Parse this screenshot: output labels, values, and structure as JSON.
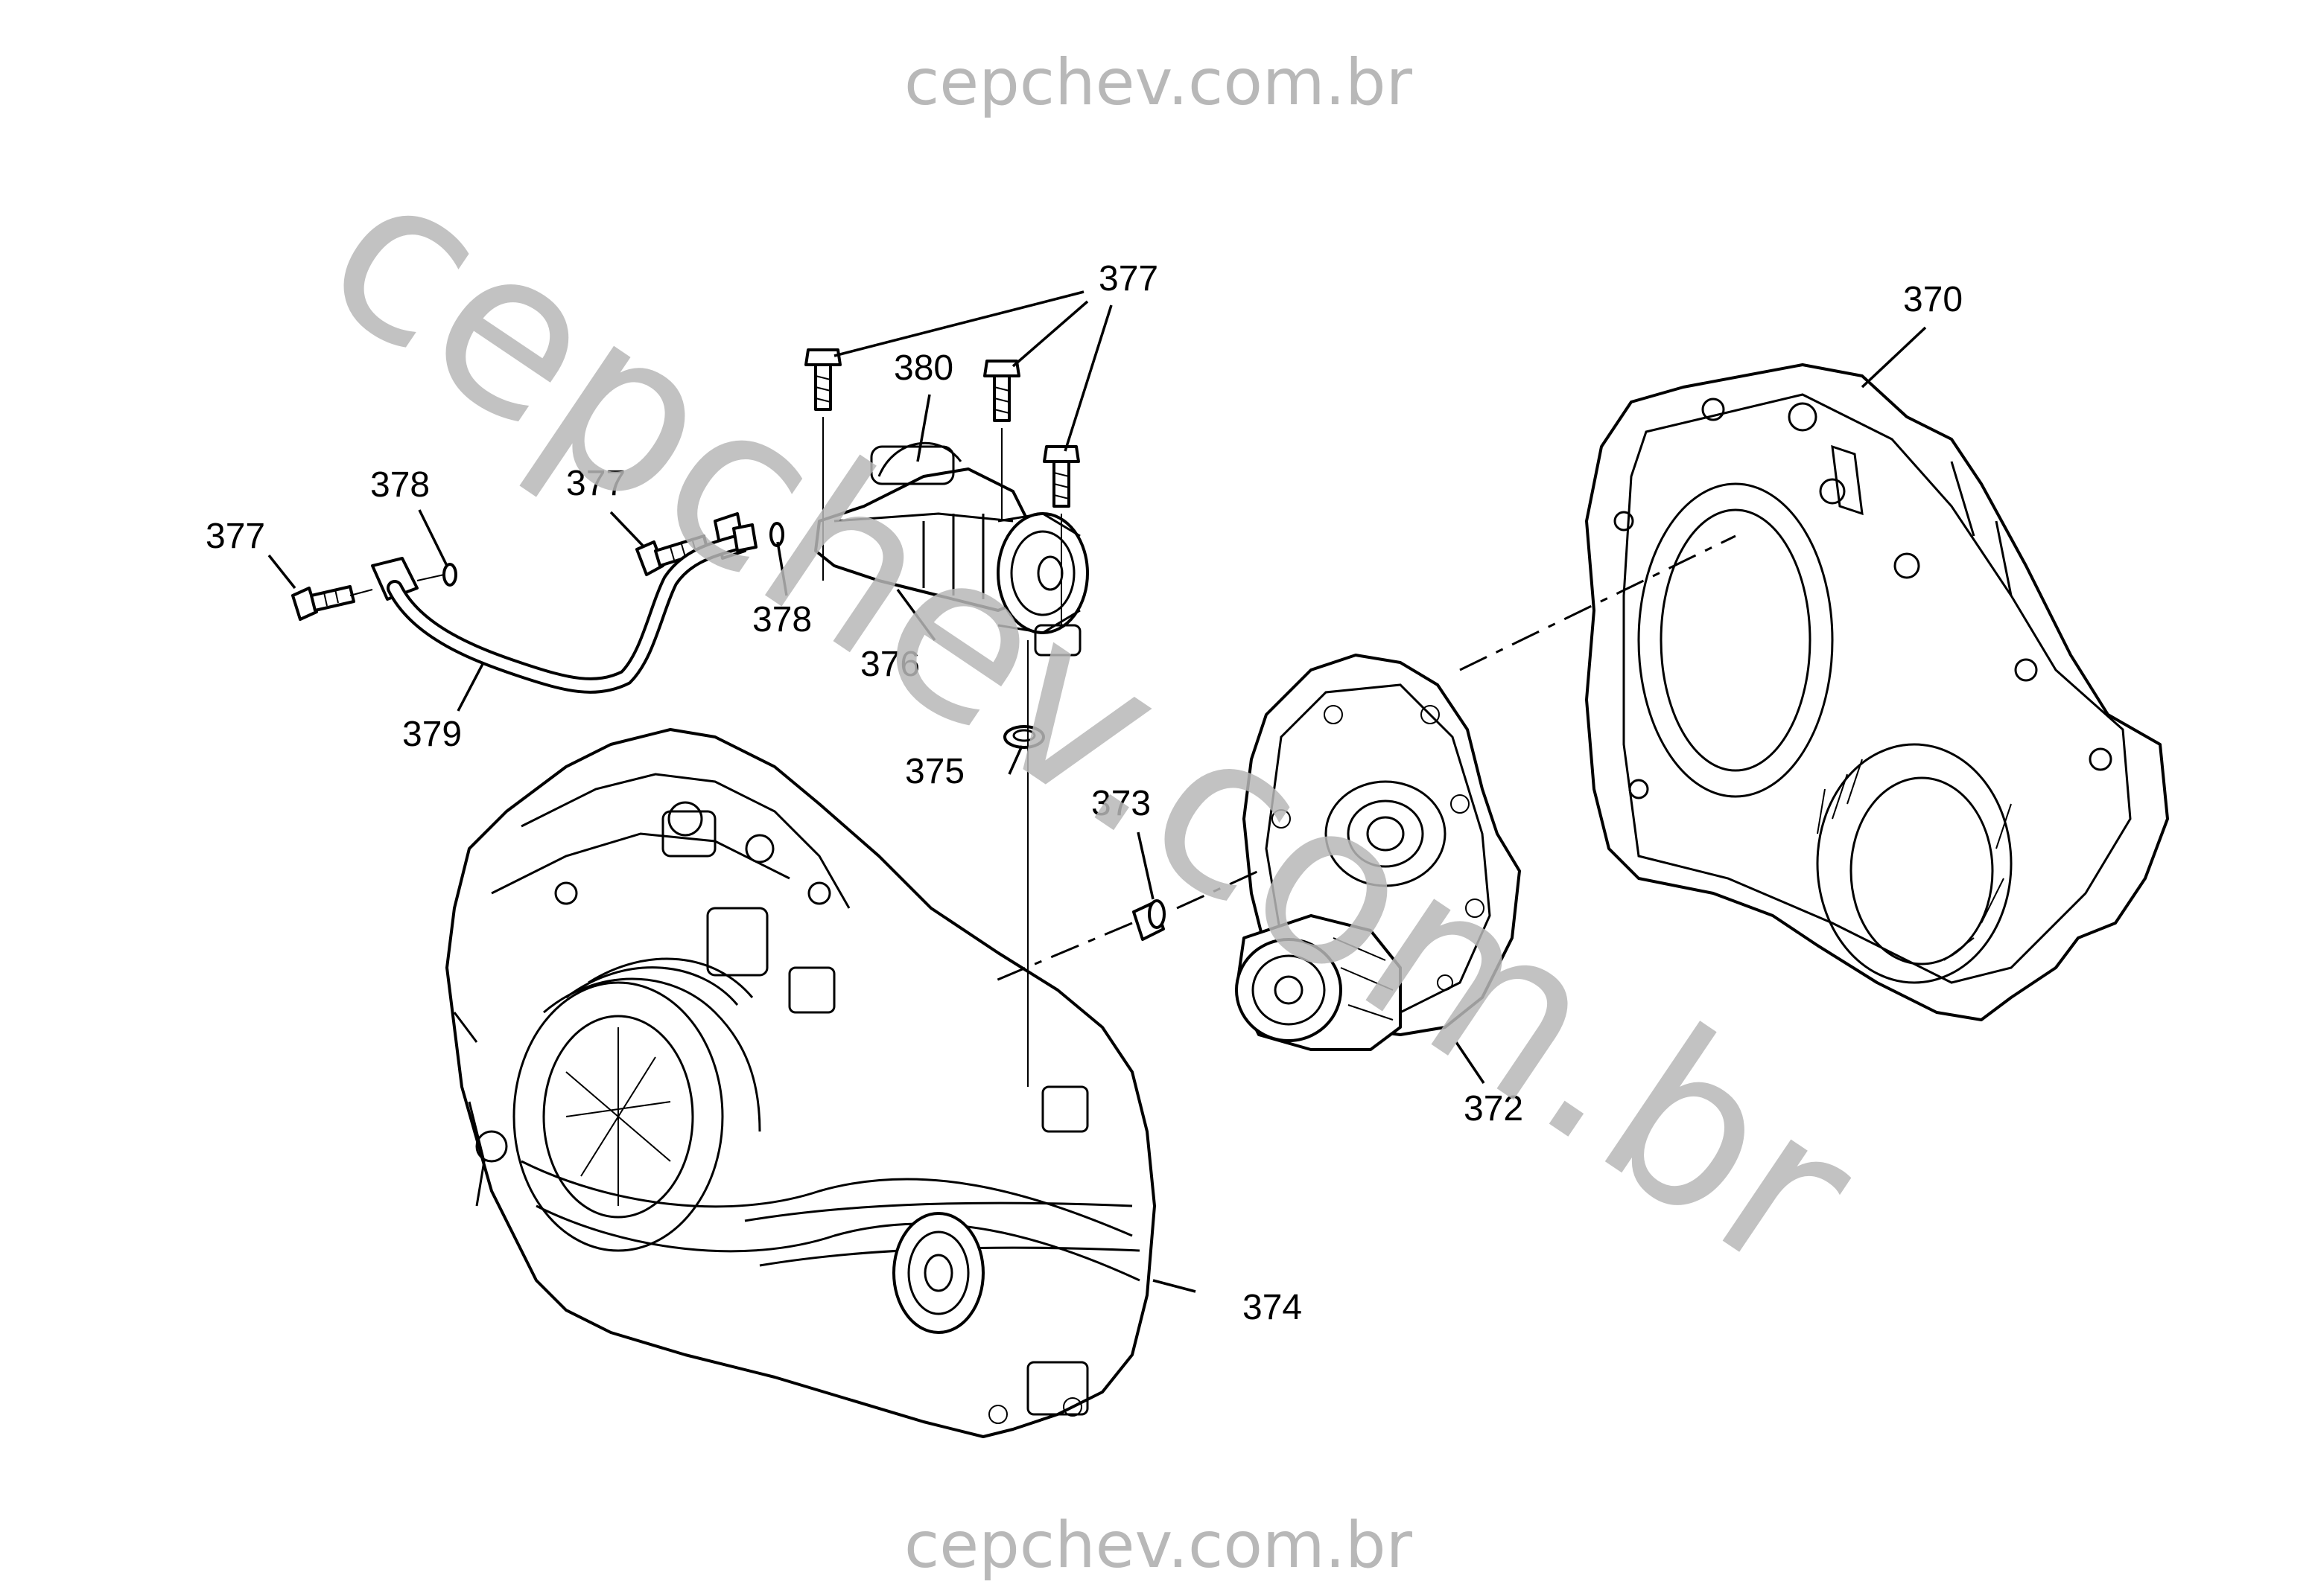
{
  "watermarks": {
    "top": "cepchev.com.br",
    "bottom": "cepchev.com.br",
    "diagonal": "cepchev.com.br"
  },
  "callouts": {
    "c370": "370",
    "c372": "372",
    "c373": "373",
    "c374": "374",
    "c375": "375",
    "c376": "376",
    "c377_top": "377",
    "c377_mid": "377",
    "c377_left": "377",
    "c378_left": "378",
    "c378_right": "378",
    "c379": "379",
    "c380": "380"
  },
  "colors": {
    "line": "#000000",
    "watermark": "#b8b8b8",
    "background": "#ffffff"
  }
}
